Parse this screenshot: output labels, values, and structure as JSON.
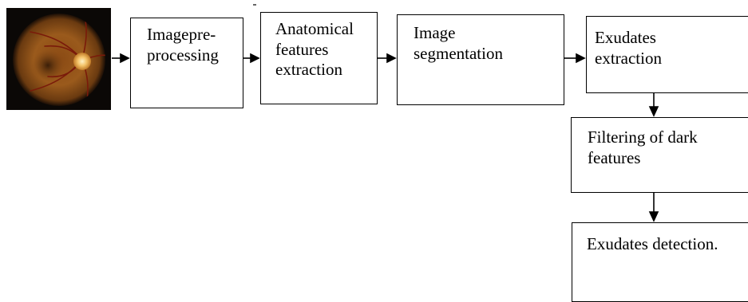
{
  "diagram": {
    "image": "retinal-fundus-photo",
    "steps": {
      "preprocessing": {
        "line1": "Imagepre-",
        "line2": "processing"
      },
      "anatomical": {
        "line1": "Anatomical",
        "line2": "features",
        "line3": "extraction"
      },
      "segmentation": {
        "line1": "Image",
        "line2": "segmentation"
      },
      "exudates_extraction": {
        "line1": "Exudates",
        "line2": "extraction"
      },
      "filtering": {
        "line1": "Filtering of  dark",
        "line2": "features"
      },
      "detection": {
        "line1": "Exudates detection."
      }
    },
    "colors": {
      "stroke": "#000000",
      "box_fill": "#ffffff",
      "fundus_bg": "#0b0806"
    }
  }
}
